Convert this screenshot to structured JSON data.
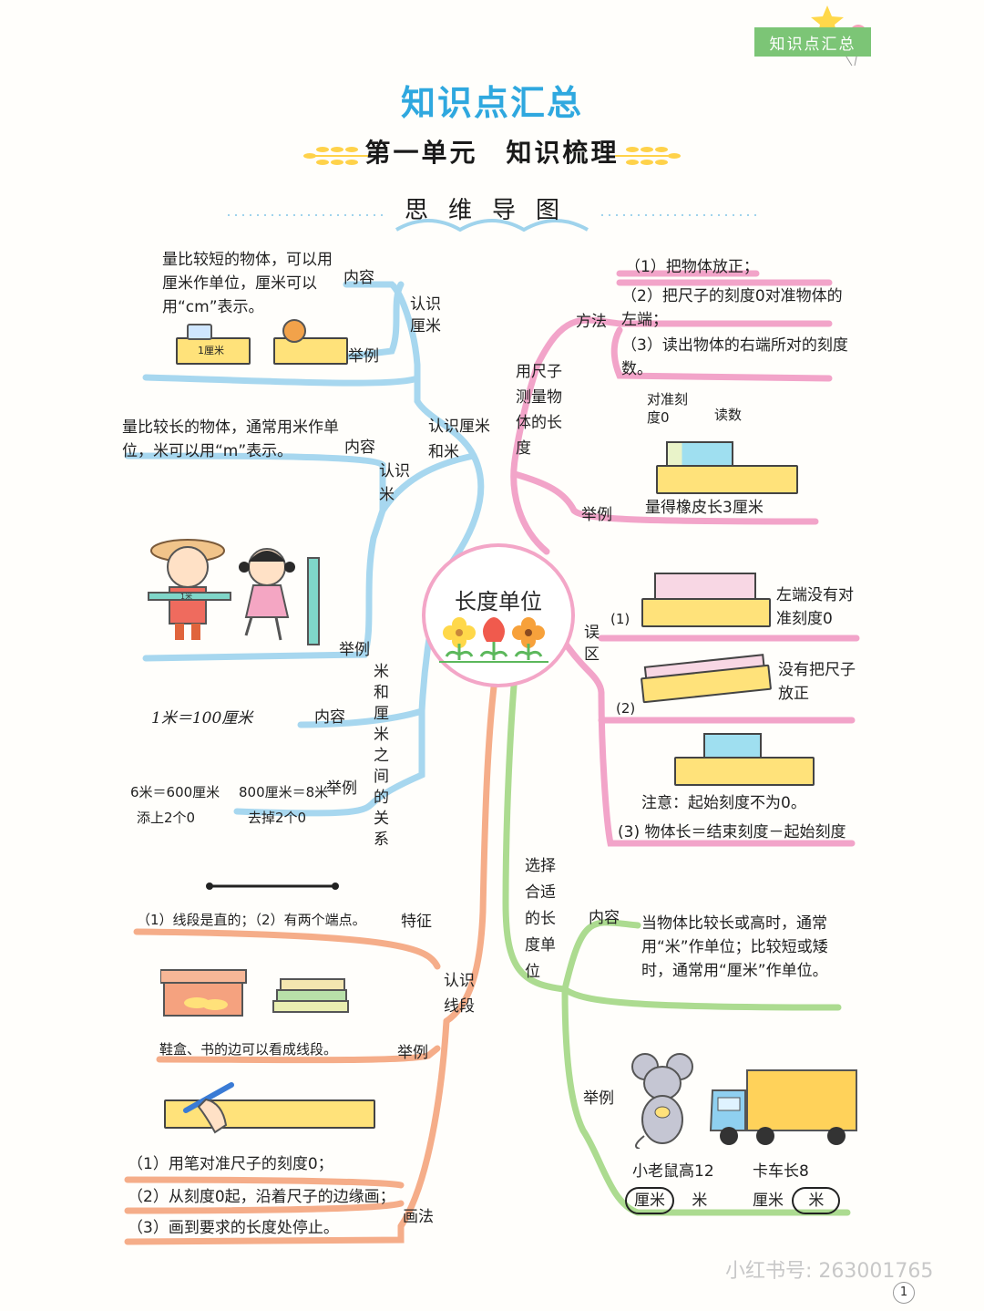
{
  "header": {
    "tag": "知识点汇总",
    "title": "知识点汇总",
    "unit_title": "第一单元　知识梳理",
    "map_title": "思维导图"
  },
  "center": {
    "label": "长度单位"
  },
  "left": {
    "branch1": {
      "label": "认识厘米和米"
    },
    "cm": {
      "label": "认识厘米",
      "content_tag": "内容",
      "content": "量比较短的物体，可以用厘米作单位，厘米可以用“cm”表示。",
      "example_tag": "举例",
      "ruler_label": "1厘米"
    },
    "m": {
      "label": "认识米",
      "content_tag": "内容",
      "content": "量比较长的物体，通常用米作单位，米可以用“m”表示。",
      "example_tag": "举例",
      "ruler_label": "1米"
    },
    "rel": {
      "label": "米和厘米之间的关系",
      "content_tag": "内容",
      "content": "1米＝100厘米",
      "example_tag": "举例",
      "ex1": "6米＝600厘米",
      "ex1_note": "添上2个0",
      "ex2": "800厘米＝8米",
      "ex2_note": "去掉2个0"
    },
    "seg": {
      "label": "认识线段",
      "feature_tag": "特征",
      "feature": "（1）线段是直的；（2）有两个端点。",
      "example_tag": "举例",
      "example": "鞋盒、书的边可以看成线段。",
      "draw_tag": "画法",
      "draw_steps": [
        "（1）用笔对准尺子的刻度0；",
        "（2）从刻度0起，沿着尺子的边缘画；",
        "（3）画到要求的长度处停止。"
      ]
    }
  },
  "right": {
    "measure": {
      "label": "用尺子测量物体的长度",
      "method_tag": "方法",
      "steps": [
        "（1）把物体放正；",
        "（2）把尺子的刻度0对准物体的左端；",
        "（3）读出物体的右端所对的刻度数。"
      ],
      "example_tag": "举例",
      "align_note": "对准刻度0",
      "read_note": "读数",
      "result": "量得橡皮长3厘米",
      "mistake_tag": "误区",
      "m1_num": "(1)",
      "m1": "左端没有对准刻度0",
      "m2_num": "(2)",
      "m2": "没有把尺子放正",
      "note": "注意：起始刻度不为0。",
      "m3": "(3) 物体长＝结束刻度－起始刻度"
    },
    "choose": {
      "label": "选择合适的长度单位",
      "content_tag": "内容",
      "content": "当物体比较长或高时，通常用“米”作单位；比较短或矮时，通常用“厘米”作单位。",
      "example_tag": "举例",
      "mouse": "小老鼠高12",
      "mouse_units": [
        "厘米",
        "米"
      ],
      "truck": "卡车长8",
      "truck_units": [
        "厘米",
        "米"
      ]
    }
  },
  "footer": {
    "watermark": "小红书号: 263001765",
    "page": "1"
  },
  "colors": {
    "blue": "#9fd3ec",
    "pink": "#f29ec6",
    "green": "#a9d98c",
    "orange": "#f4a882",
    "title": "#2fa8df"
  }
}
